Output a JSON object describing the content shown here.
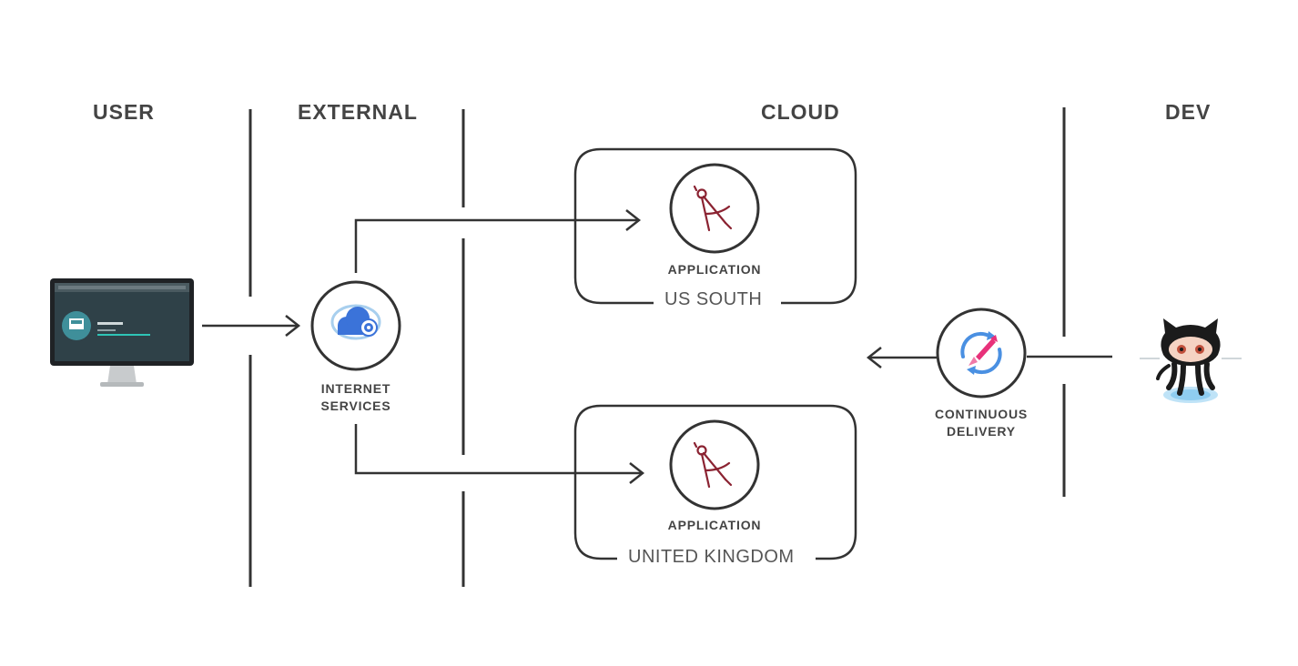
{
  "columns": {
    "user": "USER",
    "external": "EXTERNAL",
    "cloud": "CLOUD",
    "dev": "DEV"
  },
  "nodes": {
    "internet_services": {
      "line1": "INTERNET",
      "line2": "SERVICES",
      "icon": "cloud-icon"
    },
    "app_us_south": {
      "label": "APPLICATION",
      "region": "US SOUTH",
      "icon": "compass-icon"
    },
    "app_uk": {
      "label": "APPLICATION",
      "region": "UNITED KINGDOM",
      "icon": "compass-icon"
    },
    "continuous_delivery": {
      "line1": "CONTINUOUS",
      "line2": "DELIVERY",
      "icon": "rocket-icon"
    },
    "user_device": {
      "icon": "monitor-icon"
    },
    "developer": {
      "icon": "octocat-icon"
    }
  },
  "colors": {
    "line": "#333333",
    "app_icon": "#8b2332",
    "cloud_blue": "#3b73d9",
    "rocket_pink": "#e8317a"
  }
}
